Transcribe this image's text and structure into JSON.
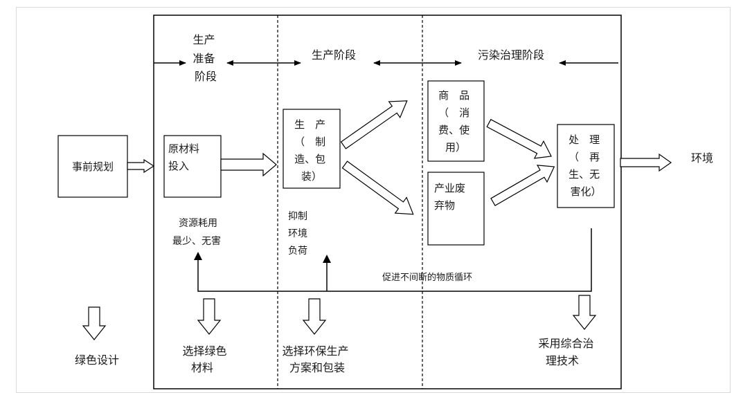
{
  "diagram": {
    "stages": {
      "prep": [
        "生产",
        "准备",
        "阶段"
      ],
      "production": "生产阶段",
      "pollution": "污染治理阶段"
    },
    "boxes": {
      "planning": "事前规划",
      "raw_material": [
        "原材料",
        "投入"
      ],
      "manufacture": [
        "生　产",
        "（　制",
        "造、包",
        "装）"
      ],
      "goods": [
        "商　品",
        "（　消",
        "费、使",
        "用）"
      ],
      "waste": [
        "产业废",
        "弃物"
      ],
      "treatment": [
        "处　理",
        "（　再",
        "生、无",
        "害化）"
      ]
    },
    "labels": {
      "environment": "环境",
      "resource": [
        "资源耗用",
        "最少、无害"
      ],
      "suppress": [
        "抑制",
        "环境",
        "负荷"
      ],
      "cycle": "促进不间断的物质循环",
      "green_design": "绿色设计",
      "select_material": [
        "选择绿色",
        "材料"
      ],
      "select_plan": [
        "选择环保生产",
        "方案和包装"
      ],
      "comprehensive": [
        "采用综合治",
        "理技术"
      ]
    }
  }
}
